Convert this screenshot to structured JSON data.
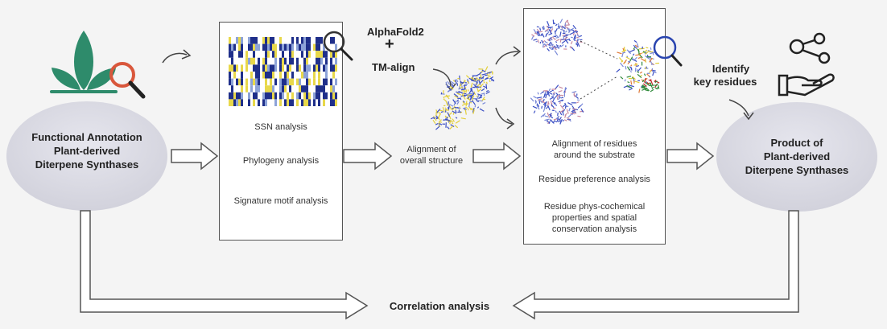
{
  "nodes": {
    "left_ellipse": {
      "line1": "Functional Annotation",
      "line2": "Plant-derived",
      "line3": "Diterpene Synthases"
    },
    "right_ellipse": {
      "line1": "Product of",
      "line2": "Plant-derived",
      "line3": "Diterpene Synthases"
    }
  },
  "panel1": {
    "items": [
      "SSN analysis",
      "Phylogeny analysis",
      "Signature motif analysis"
    ]
  },
  "tools": {
    "tool1": "AlphaFold2",
    "plus": "+",
    "tool2": "TM-align"
  },
  "overall": {
    "line1": "Alignment of",
    "line2": "overall structure"
  },
  "panel2": {
    "item1_line1": "Alignment of residues",
    "item1_line2": "around the substrate",
    "item2": "Residue preference analysis",
    "item3_line1": "Residue phys-cochemical",
    "item3_line2": "properties and spatial",
    "item3_line3": "conservation analysis"
  },
  "identify": {
    "line1": "Identify",
    "line2": "key residues"
  },
  "bottom": {
    "label": "Correlation analysis"
  },
  "colors": {
    "background": "#f4f4f4",
    "ellipse": "#dcdce4",
    "leaf": "#2e8b6b",
    "magnifier": "#d9573c",
    "protein_blue": "#3b4fc4",
    "protein_yellow": "#e3cf3a",
    "arrow_fill": "#ffffff",
    "arrow_stroke": "#555555"
  }
}
